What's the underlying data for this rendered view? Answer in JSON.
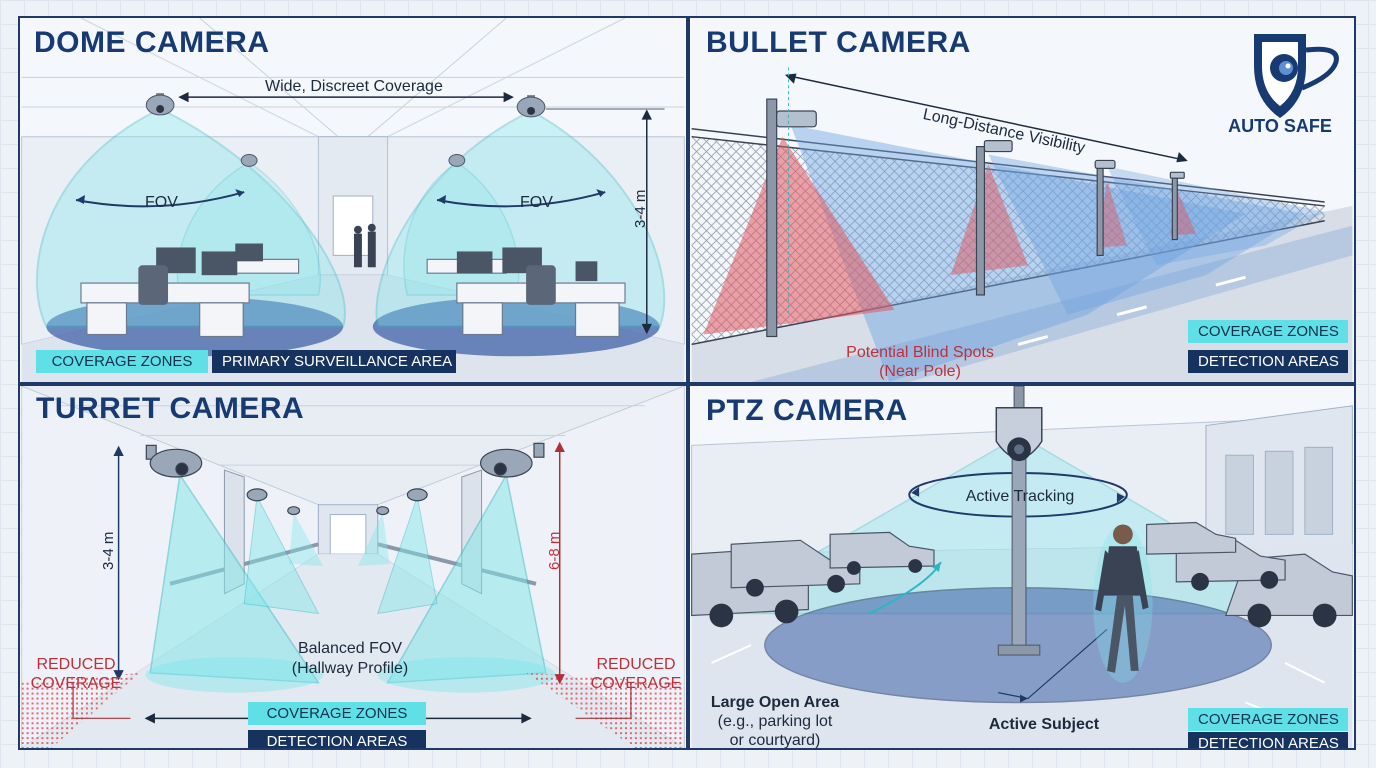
{
  "panels": {
    "dome": {
      "title": "DOME CAMERA",
      "coverage_label": "Wide, Discreet Coverage",
      "fov_left": "FOV",
      "fov_right": "FOV",
      "height_label": "3-4 m",
      "tag_cyan": "COVERAGE ZONES",
      "tag_navy": "PRIMARY SURVEILLANCE AREA"
    },
    "bullet": {
      "title": "BULLET CAMERA",
      "distance_label": "Long-Distance Visibility",
      "blind_spot_line1": "Potential Blind Spots",
      "blind_spot_line2": "(Near Pole)",
      "tag_cyan": "COVERAGE ZONES",
      "tag_navy": "DETECTION AREAS"
    },
    "turret": {
      "title": "TURRET CAMERA",
      "height_left": "3-4 m",
      "height_right": "6-8 m",
      "fov_line1": "Balanced FOV",
      "fov_line2": "(Hallway Profile)",
      "reduced_left_1": "REDUCED",
      "reduced_left_2": "COVERAGE",
      "reduced_right_1": "REDUCED",
      "reduced_right_2": "COVERAGE",
      "tag_cyan": "COVERAGE ZONES",
      "tag_navy": "DETECTION AREAS"
    },
    "ptz": {
      "title": "PTZ CAMERA",
      "tracking_label": "Active Tracking",
      "area_line1": "Large Open Area",
      "area_line2": "(e.g., parking lot",
      "area_line3": "or courtyard)",
      "subject_label": "Active Subject",
      "tag_cyan": "COVERAGE ZONES",
      "tag_navy": "DETECTION AREAS"
    }
  },
  "logo": {
    "text": "AUTO SAFE"
  },
  "colors": {
    "navy": "#16325e",
    "title_blue": "#173a73",
    "cyan_tag": "#5fe0e6",
    "coverage_fill": "#7fe6ea",
    "blind_red": "#e0575f"
  }
}
